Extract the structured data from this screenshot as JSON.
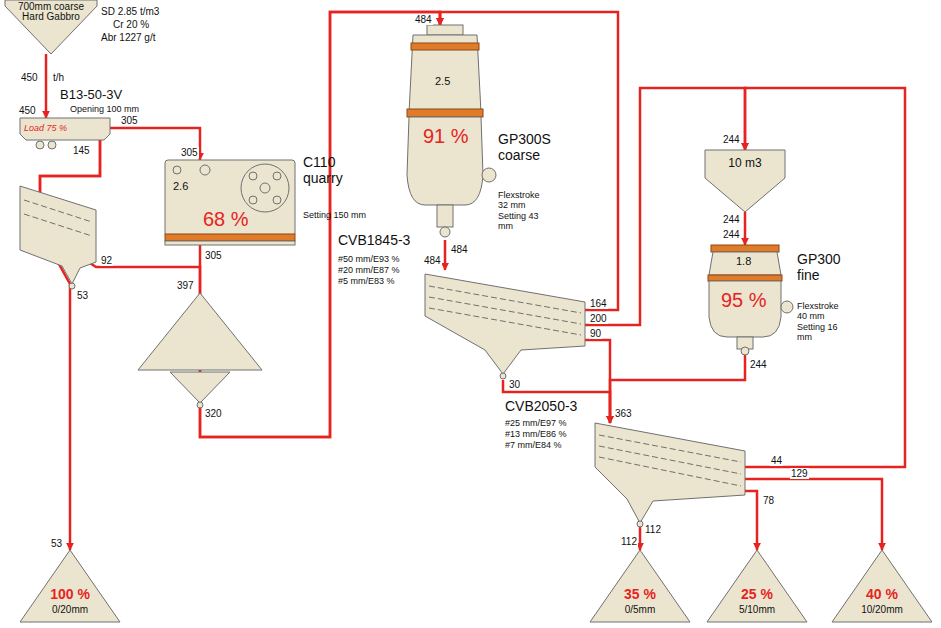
{
  "diagram": {
    "nodes": [
      {
        "text": [
          "700mm coarse Hard Gabbro"
        ]
      },
      {
        "text": [
          "B13-50-3V",
          "Opening 100 mm",
          "Load 75 %"
        ]
      },
      {
        "text": [
          "C110 quarry",
          "2.6",
          "68 %",
          "Setting 150 mm"
        ]
      },
      {
        "text": [
          "100 %",
          "0/20mm"
        ]
      },
      {
        "text": [
          "GP300S coarse",
          "2.5",
          "91 %",
          "Flexstroke 32 mm Setting 43 mm"
        ]
      },
      {
        "text": [
          "CVB1845-3",
          "#50 mm/E93 % #20 mm/E87 % #5 mm/E83 %"
        ]
      },
      {
        "text": [
          "10 m3"
        ]
      },
      {
        "text": [
          "GP300 fine",
          "1.8",
          "95 %",
          "Flexstroke 40 mm Setting 16 mm"
        ]
      },
      {
        "text": [
          "CVB2050-3",
          "#25 mm/E97 % #13 mm/E86 % #7 mm/E84 %"
        ]
      },
      {
        "text": [
          "35 %",
          "0/5mm"
        ]
      },
      {
        "text": [
          "25 %",
          "5/10mm"
        ]
      },
      {
        "text": [
          "40 %",
          "10/20mm"
        ]
      }
    ],
    "edges": [
      {
        "from": 0,
        "to": 1,
        "arrow": "to",
        "label": "450"
      },
      {
        "from": 1,
        "to": 2,
        "arrow": "to",
        "label": "305"
      },
      {
        "from": 1,
        "to": 3,
        "arrow": "to",
        "label": "53"
      },
      {
        "from": 1,
        "to": 4,
        "arrow": "to",
        "label": "92"
      },
      {
        "from": 2,
        "to": 4,
        "arrow": "to",
        "label": "320"
      },
      {
        "from": 4,
        "to": 5,
        "arrow": "to",
        "label": "484"
      },
      {
        "from": 5,
        "to": 4,
        "arrow": "to",
        "label": "164"
      },
      {
        "from": 5,
        "to": 6,
        "arrow": "to",
        "label": "200"
      },
      {
        "from": 5,
        "to": 8,
        "arrow": "to",
        "label": "90"
      },
      {
        "from": 5,
        "to": 8,
        "arrow": "to",
        "label": "30"
      },
      {
        "from": 6,
        "to": 7,
        "arrow": "to",
        "label": "244"
      },
      {
        "from": 7,
        "to": 8,
        "arrow": "to",
        "label": "244"
      },
      {
        "from": 8,
        "to": 6,
        "arrow": "to",
        "label": "44"
      },
      {
        "from": 8,
        "to": 9,
        "arrow": "to",
        "label": "112"
      },
      {
        "from": 8,
        "to": 10,
        "arrow": "to",
        "label": "78"
      },
      {
        "from": 8,
        "to": 11,
        "arrow": "to",
        "label": "129"
      }
    ],
    "labels": [
      "SD 2.85 t/m3",
      "Cr 20 %",
      "Abr 1227 g/t",
      "t/h",
      "450",
      "145",
      "305",
      "305",
      "397",
      "53",
      "484",
      "484",
      "244",
      "244",
      "363",
      "112"
    ]
  }
}
